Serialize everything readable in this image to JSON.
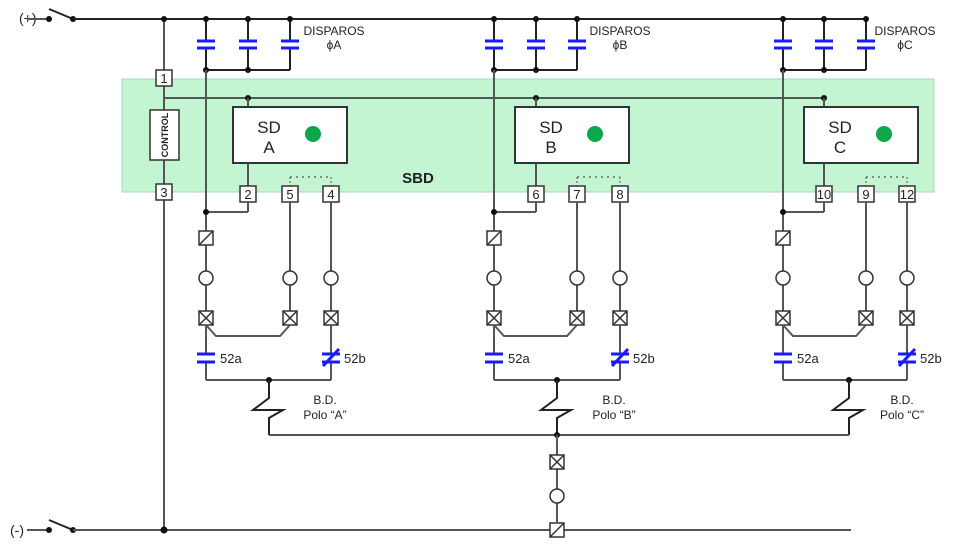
{
  "supply": {
    "positive_label": "(+)",
    "negative_label": "(-)"
  },
  "colors": {
    "panel_fill": "#c4f5d2",
    "panel_border": "#a8d9b6",
    "panel_title": "#0a8a1e",
    "led_green": "#0aa84a",
    "capacitor_blue": "#1a1aff",
    "wire": "#555555"
  },
  "panel": {
    "title": "SBD",
    "control_label": "CONTROL",
    "control_terminals": [
      "1",
      "3"
    ]
  },
  "phases": [
    {
      "id": "A",
      "trip_label": "DISPAROS",
      "trip_phase": "ϕA",
      "sd_line1": "SD",
      "sd_line2": "A",
      "terminals": [
        "2",
        "5",
        "4"
      ],
      "contact_a": "52a",
      "contact_b": "52b",
      "coil_line1": "B.D.",
      "coil_line2": "Polo “A”"
    },
    {
      "id": "B",
      "trip_label": "DISPAROS",
      "trip_phase": "ϕB",
      "sd_line1": "SD",
      "sd_line2": "B",
      "terminals": [
        "6",
        "7",
        "8"
      ],
      "contact_a": "52a",
      "contact_b": "52b",
      "coil_line1": "B.D.",
      "coil_line2": "Polo “B”"
    },
    {
      "id": "C",
      "trip_label": "DISPAROS",
      "trip_phase": "ϕC",
      "sd_line1": "SD",
      "sd_line2": "C",
      "terminals": [
        "10",
        "9",
        "12"
      ],
      "contact_a": "52a",
      "contact_b": "52b",
      "coil_line1": "B.D.",
      "coil_line2": "Polo “C”"
    }
  ]
}
